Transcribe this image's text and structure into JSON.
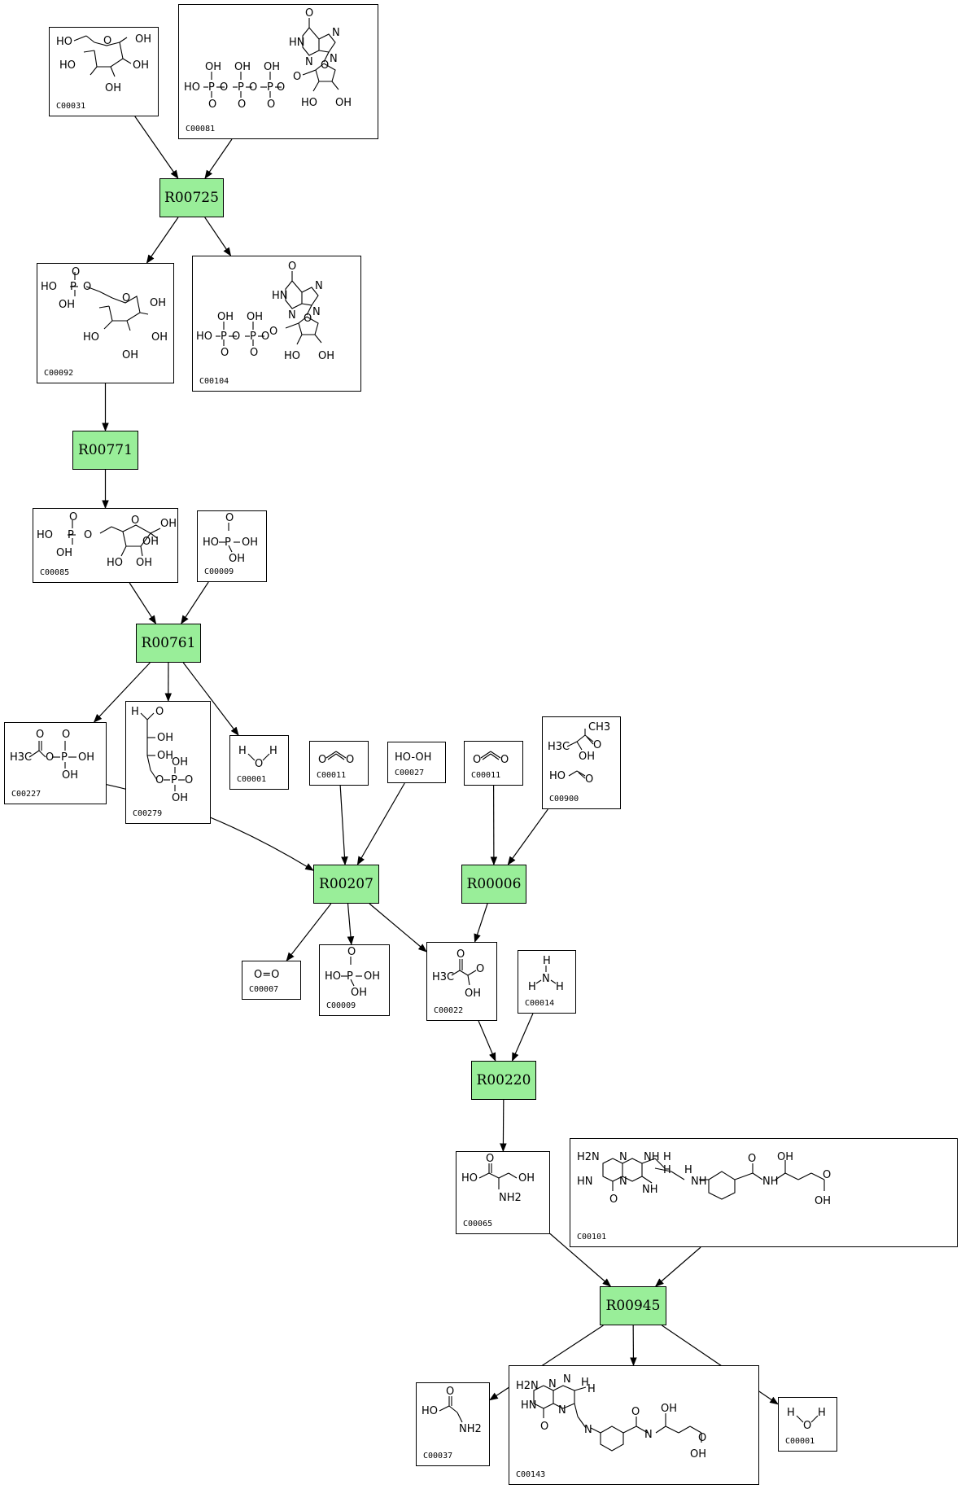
{
  "reactions": {
    "R00725": "R00725",
    "R00771": "R00771",
    "R00761": "R00761",
    "R00207": "R00207",
    "R00006": "R00006",
    "R00220": "R00220",
    "R00945": "R00945"
  },
  "compounds": {
    "C00031": {
      "id": "C00031",
      "labels": [
        "HO",
        "OH",
        "HO",
        "OH",
        "OH",
        "O"
      ]
    },
    "C00081": {
      "id": "C00081",
      "labels": [
        "O",
        "HN",
        "N",
        "N",
        "N",
        "OH",
        "OH",
        "OH",
        "HO",
        "P",
        "O",
        "P",
        "O",
        "P",
        "O",
        "O",
        "O",
        "O",
        "O",
        "O",
        "HO",
        "OH"
      ]
    },
    "C00092": {
      "id": "C00092",
      "labels": [
        "O",
        "HO",
        "P",
        "O",
        "OH",
        "O",
        "OH",
        "HO",
        "OH",
        "OH"
      ]
    },
    "C00104": {
      "id": "C00104",
      "labels": [
        "O",
        "HN",
        "N",
        "N",
        "N",
        "OH",
        "OH",
        "HO",
        "P",
        "O",
        "P",
        "O",
        "O",
        "O",
        "O",
        "O",
        "HO",
        "OH"
      ]
    },
    "C00085": {
      "id": "C00085",
      "labels": [
        "O",
        "HO",
        "P",
        "O",
        "OH",
        "O",
        "OH",
        "OH",
        "HO",
        "OH"
      ]
    },
    "C00009a": {
      "id": "C00009",
      "labels": [
        "O",
        "HO",
        "P",
        "OH",
        "OH"
      ]
    },
    "C00227": {
      "id": "C00227",
      "labels": [
        "O",
        "O",
        "H3C",
        "O",
        "P",
        "OH",
        "OH"
      ]
    },
    "C00279": {
      "id": "C00279",
      "labels": [
        "H",
        "O",
        "OH",
        "OH",
        "O",
        "P",
        "O",
        "OH",
        "OH"
      ]
    },
    "C00001a": {
      "id": "C00001",
      "labels": [
        "H",
        "O",
        "H"
      ]
    },
    "C00011a": {
      "id": "C00011",
      "labels": [
        "O",
        "C",
        "O"
      ]
    },
    "C00027": {
      "id": "C00027",
      "labels": [
        "HO-OH"
      ]
    },
    "C00011b": {
      "id": "C00011",
      "labels": [
        "O",
        "C",
        "O"
      ]
    },
    "C00900": {
      "id": "C00900",
      "labels": [
        "CH3",
        "H3C",
        "O",
        "OH",
        "HO",
        "O"
      ]
    },
    "C00007": {
      "id": "C00007",
      "labels": [
        "O=O"
      ]
    },
    "C00009b": {
      "id": "C00009",
      "labels": [
        "O",
        "HO",
        "P",
        "OH",
        "OH"
      ]
    },
    "C00022": {
      "id": "C00022",
      "labels": [
        "O",
        "H3C",
        "O",
        "OH"
      ]
    },
    "C00014": {
      "id": "C00014",
      "labels": [
        "H",
        "N",
        "H",
        "H"
      ]
    },
    "C00065": {
      "id": "C00065",
      "labels": [
        "O",
        "HO",
        "OH",
        "NH2"
      ]
    },
    "C00101": {
      "id": "C00101",
      "labels": [
        "H2N",
        "N",
        "NH",
        "H",
        "H",
        "O",
        "OH",
        "HN",
        "NH",
        "N",
        "H",
        "NH",
        "O",
        "NH",
        "O",
        "OH"
      ]
    },
    "C00037": {
      "id": "C00037",
      "labels": [
        "O",
        "HO",
        "NH2"
      ]
    },
    "C00143": {
      "id": "C00143",
      "labels": [
        "H2N",
        "N",
        "H",
        "N",
        "HN",
        "N",
        "H",
        "O",
        "N",
        "O",
        "OH",
        "N",
        "H",
        "O",
        "OH"
      ]
    },
    "C00001b": {
      "id": "C00001",
      "labels": [
        "H",
        "O",
        "H"
      ]
    }
  },
  "edges": [
    [
      "C00031",
      "R00725"
    ],
    [
      "C00081",
      "R00725"
    ],
    [
      "R00725",
      "C00092"
    ],
    [
      "R00725",
      "C00104"
    ],
    [
      "C00092",
      "R00771"
    ],
    [
      "R00771",
      "C00085"
    ],
    [
      "C00085",
      "R00761"
    ],
    [
      "C00009a",
      "R00761"
    ],
    [
      "R00761",
      "C00227"
    ],
    [
      "R00761",
      "C00279"
    ],
    [
      "R00761",
      "C00001a"
    ],
    [
      "C00227",
      "R00207"
    ],
    [
      "C00011a",
      "R00207"
    ],
    [
      "C00027",
      "R00207"
    ],
    [
      "C00011b",
      "R00006"
    ],
    [
      "C00900",
      "R00006"
    ],
    [
      "R00207",
      "C00007"
    ],
    [
      "R00207",
      "C00009b"
    ],
    [
      "R00207",
      "C00022"
    ],
    [
      "R00006",
      "C00022"
    ],
    [
      "C00022",
      "R00220"
    ],
    [
      "C00014",
      "R00220"
    ],
    [
      "R00220",
      "C00065"
    ],
    [
      "C00065",
      "R00945"
    ],
    [
      "C00101",
      "R00945"
    ],
    [
      "R00945",
      "C00037"
    ],
    [
      "R00945",
      "C00143"
    ],
    [
      "R00945",
      "C00001b"
    ]
  ]
}
